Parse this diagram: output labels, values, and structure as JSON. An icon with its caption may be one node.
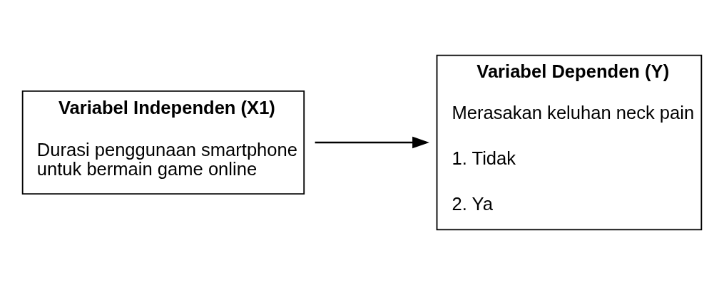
{
  "diagram": {
    "nodes": [
      {
        "text": [
          "Variabel Independen (X1)",
          "Durasi penggunaan smartphone untuk bermain game online"
        ]
      },
      {
        "text": [
          "Variabel Dependen (Y)",
          "Merasakan keluhan neck pain",
          "1. Tidak",
          "2. Ya"
        ]
      }
    ],
    "edges": [
      {
        "from": 0,
        "to": 1,
        "arrow": "to"
      }
    ]
  }
}
